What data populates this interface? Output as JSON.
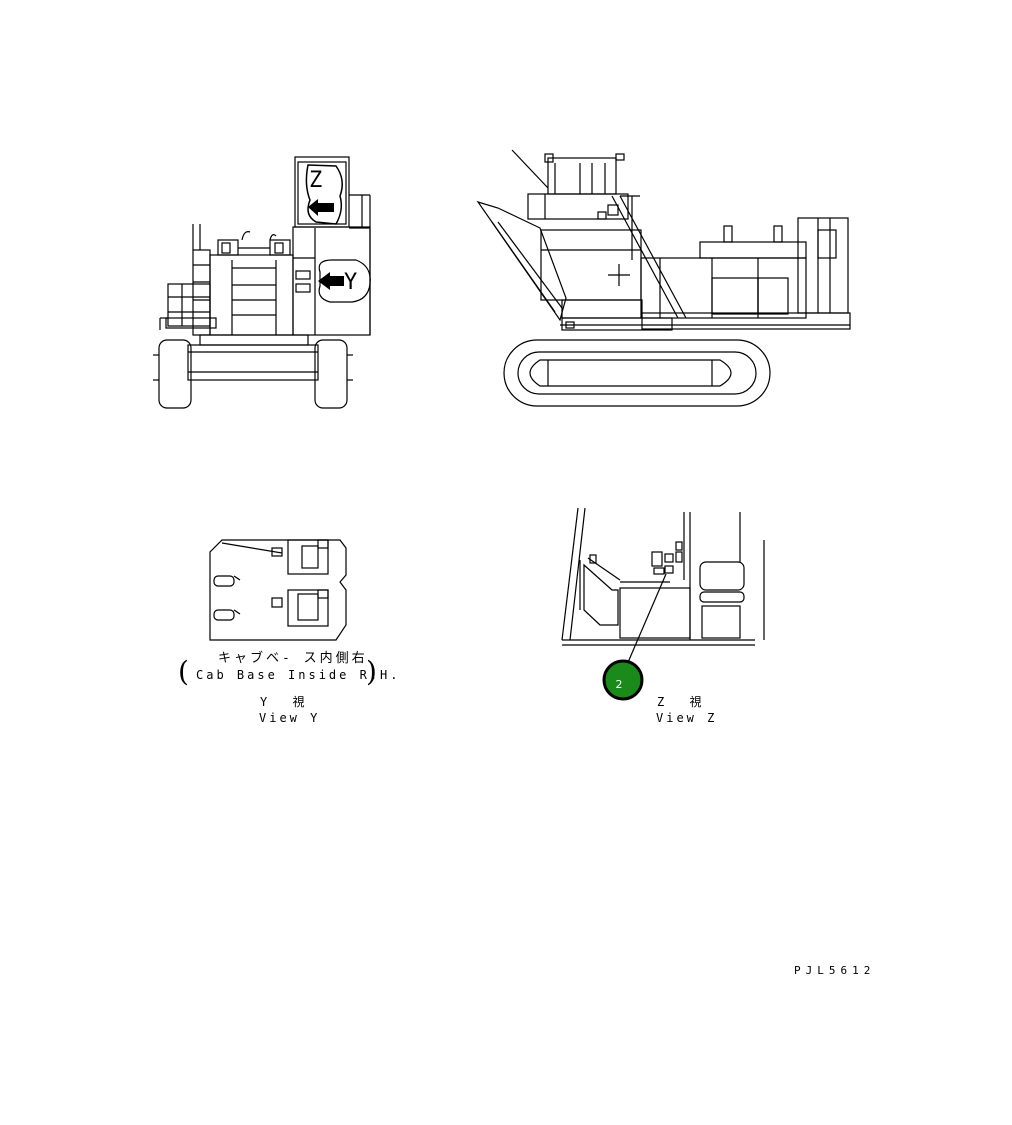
{
  "drawing": {
    "rear_view": {
      "marker_z": "Z",
      "marker_y": "Y"
    },
    "view_y": {
      "jp_location": "キャブベ- ス内側右",
      "en_location": "Cab Base Inside R.H.",
      "jp_title": "Y 視",
      "en_title": "View Y"
    },
    "view_z": {
      "jp_title": "Z 視",
      "en_title": "View Z",
      "callout": "2"
    },
    "drawing_code": "PJL5612"
  },
  "colors": {
    "line": "#000000",
    "callout_fill": "#1a8a1a",
    "callout_ring": "#000000",
    "paper": "#ffffff"
  }
}
